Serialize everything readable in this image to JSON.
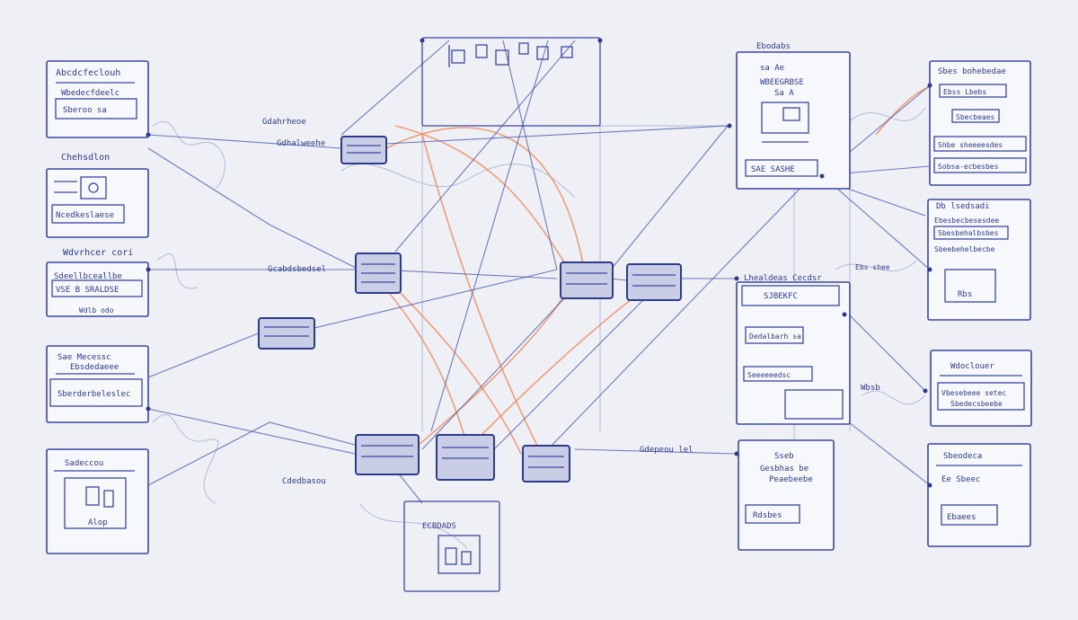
{
  "colors": {
    "background": "#eef0f6",
    "ink": "#3b47a0",
    "accent": "#f08a5a"
  },
  "left_column": {
    "box1": {
      "title": "Abcdcfeclouh",
      "line1": "Wbedecfdeelc",
      "line2": "Sberoo sa"
    },
    "box2": {
      "header": "Chehsdlon",
      "field": "Ncedkeslaese"
    },
    "box3": {
      "header": "Wdvrhcer cori",
      "line1": "Sdeellbceallbe",
      "line2": "VSE B SRALDSE"
    },
    "label_3b": "Wdlb odo",
    "box4": {
      "title": "Sae Mecessc",
      "subtitle": "Ebsdedaeee",
      "field": "Sberderbeleslec"
    },
    "box5": {
      "header": "Sadeccou",
      "caption": "Alop"
    }
  },
  "center": {
    "top_panel": {
      "label": ""
    },
    "hub_labels": {
      "hub1": "Gdhalweehe",
      "hub1_side": "Gdahrheoe",
      "hub2": "Gcabdsbedsel",
      "hub5": "Cdedbasou",
      "hub8": "Gdepeou lel"
    },
    "bottom_panel": {
      "title": "ECBDADS"
    }
  },
  "right_mid_column": {
    "top_label": "Ebodabs",
    "box1": {
      "line1": "sa Ae",
      "line2": "WBEEGRBSE",
      "line3": "Sa  A",
      "field": "SAE SASHE"
    },
    "box2": {
      "header": "Lhealdeas Cecdsr",
      "line1": "SJBEKFC",
      "field1": "Dedalbarh sa",
      "field2": "Seeeeeedsc"
    },
    "box3": {
      "header": "Sseb",
      "line1": "Gesbhas be",
      "line2": "Peaebeebe",
      "field": "Rdsbes"
    }
  },
  "right_column": {
    "box1": {
      "title": "Sbes bohebedae",
      "field1": "Ebss  Lbebs",
      "field2": "Sbecbeaes",
      "field3": "Shbe sheeeesdes",
      "field4": "Sobsa-ecbesbes"
    },
    "box2": {
      "header": "Db lsedsadi",
      "line1": "Ebesbecbesesdee",
      "line2": "Sbesbehalbsbes",
      "line3": "Sbeebehelbecbe",
      "field": "Rbs"
    },
    "box3": {
      "header": "Wdoclouer",
      "line1": "Vbesebeee setec",
      "line2": "Sbedecsbeebe"
    },
    "box4": {
      "header": "Sbeodeca",
      "line1": "Ee  Sbeec",
      "field": "Ebaees"
    },
    "side_label": "Wbsb",
    "side_label2": "Ebs shee"
  }
}
